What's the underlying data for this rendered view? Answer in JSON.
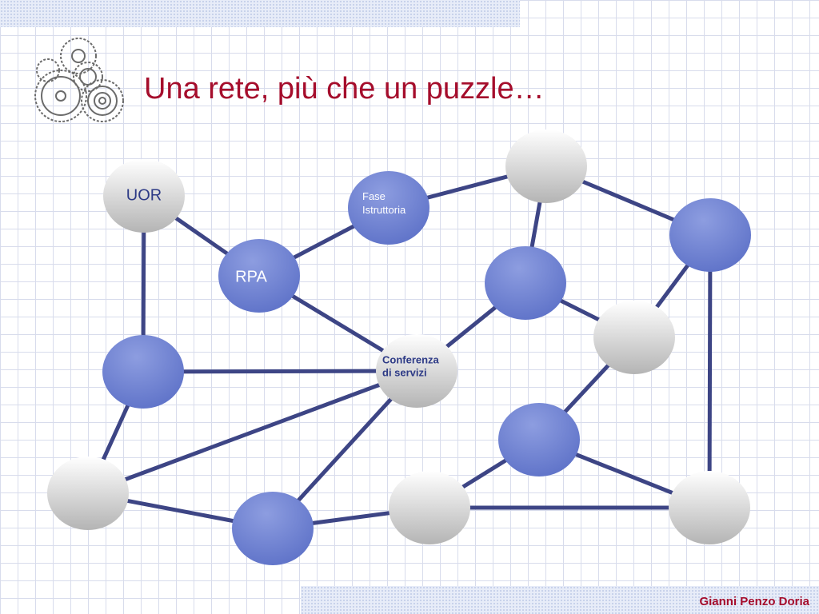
{
  "slide": {
    "title": "Una rete, più che un puzzle…",
    "author": "Gianni Penzo Doria",
    "logo": "gears-logo"
  },
  "colors": {
    "title": "#a50d2c",
    "edge": "#3d4585",
    "blue_node_light": "#8d9de0",
    "blue_node_dark": "#5e72c8",
    "gray_node_light": "#ffffff",
    "gray_node_dark": "#b4b4b4",
    "node_text_dark": "#2d3a86",
    "node_text_light": "#ffffff"
  },
  "diagram": {
    "nodes": [
      {
        "id": "uor",
        "name": "node-uor",
        "kind": "gray",
        "label": [
          "UOR"
        ]
      },
      {
        "id": "rpa",
        "name": "node-rpa",
        "kind": "blue",
        "label": [
          "RPA"
        ]
      },
      {
        "id": "fase",
        "name": "node-fase-istruttoria",
        "kind": "blue",
        "label": [
          "Fase",
          "Istruttoria"
        ]
      },
      {
        "id": "conf",
        "name": "node-conferenza-di-servizi",
        "kind": "gray",
        "label": [
          "Conferenza",
          "di servizi"
        ]
      },
      {
        "id": "g_top",
        "name": "node-gray-top",
        "kind": "gray",
        "label": []
      },
      {
        "id": "b_right",
        "name": "node-blue-right",
        "kind": "blue",
        "label": []
      },
      {
        "id": "b_center",
        "name": "node-blue-center",
        "kind": "blue",
        "label": []
      },
      {
        "id": "g_mid_right",
        "name": "node-gray-mid-right",
        "kind": "gray",
        "label": []
      },
      {
        "id": "b_left",
        "name": "node-blue-left",
        "kind": "blue",
        "label": []
      },
      {
        "id": "b_lower_center",
        "name": "node-blue-lower-center",
        "kind": "blue",
        "label": []
      },
      {
        "id": "g_bottom_left",
        "name": "node-gray-bottom-left",
        "kind": "gray",
        "label": []
      },
      {
        "id": "b_bottom",
        "name": "node-blue-bottom",
        "kind": "blue",
        "label": []
      },
      {
        "id": "g_bottom_mid",
        "name": "node-gray-bottom-mid",
        "kind": "gray",
        "label": []
      },
      {
        "id": "g_bottom_right",
        "name": "node-gray-bottom-right",
        "kind": "gray",
        "label": []
      }
    ],
    "edges": [
      [
        "uor",
        "rpa"
      ],
      [
        "uor",
        "b_left"
      ],
      [
        "rpa",
        "fase"
      ],
      [
        "rpa",
        "conf"
      ],
      [
        "fase",
        "g_top"
      ],
      [
        "g_top",
        "b_right"
      ],
      [
        "g_top",
        "b_center"
      ],
      [
        "b_center",
        "conf"
      ],
      [
        "b_center",
        "g_mid_right"
      ],
      [
        "g_mid_right",
        "b_right"
      ],
      [
        "g_mid_right",
        "b_lower_center"
      ],
      [
        "b_right",
        "g_bottom_right"
      ],
      [
        "b_left",
        "conf"
      ],
      [
        "b_left",
        "g_bottom_left"
      ],
      [
        "g_bottom_left",
        "conf"
      ],
      [
        "g_bottom_left",
        "b_bottom"
      ],
      [
        "b_bottom",
        "conf"
      ],
      [
        "b_bottom",
        "g_bottom_mid"
      ],
      [
        "g_bottom_mid",
        "b_lower_center"
      ],
      [
        "g_bottom_mid",
        "g_bottom_right"
      ],
      [
        "b_lower_center",
        "g_bottom_right"
      ]
    ]
  }
}
